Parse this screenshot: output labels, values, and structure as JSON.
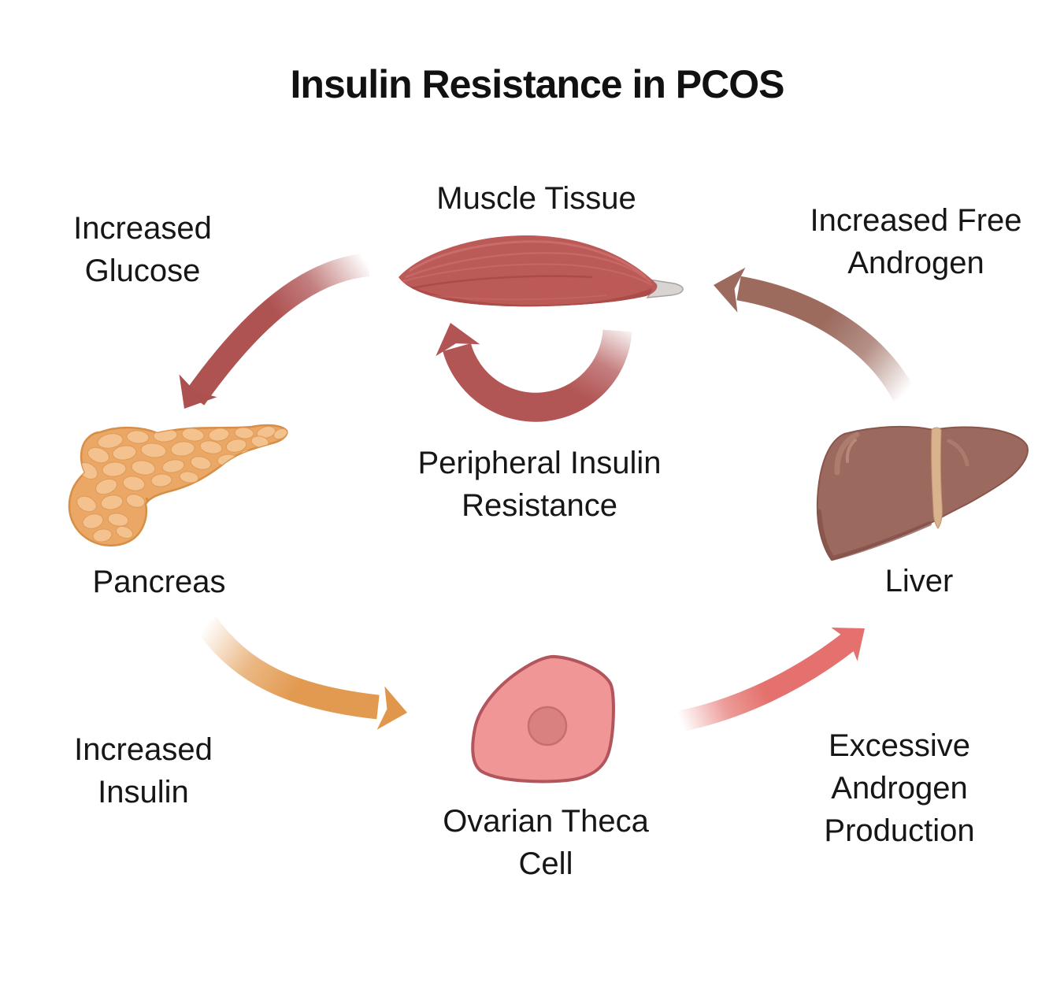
{
  "title": "Insulin Resistance in PCOS",
  "diagram": {
    "type": "cycle",
    "nodes": {
      "muscle": {
        "label": "Muscle Tissue",
        "lines": [
          "Muscle Tissue"
        ]
      },
      "pancreas": {
        "label": "Pancreas",
        "lines": [
          "Pancreas"
        ]
      },
      "liver": {
        "label": "Liver",
        "lines": [
          "Liver"
        ]
      },
      "theca": {
        "label": "Ovarian Theca Cell",
        "lines": [
          "Ovarian Theca",
          "Cell"
        ]
      }
    },
    "edges": {
      "muscle_to_pancreas": {
        "from": "muscle",
        "to": "pancreas",
        "label": "Increased Glucose",
        "lines": [
          "Increased",
          "Glucose"
        ],
        "color": "#ae5252"
      },
      "pancreas_to_theca": {
        "from": "pancreas",
        "to": "theca",
        "label": "Increased Insulin",
        "lines": [
          "Increased",
          "Insulin"
        ],
        "color": "#e29a50"
      },
      "theca_to_liver": {
        "from": "theca",
        "to": "liver",
        "label": "Excessive Androgen Production",
        "lines": [
          "Excessive",
          "Androgen",
          "Production"
        ],
        "color": "#e4716d"
      },
      "liver_to_muscle": {
        "from": "liver",
        "to": "muscle",
        "label": "Increased Free Androgen",
        "lines": [
          "Increased Free",
          "Androgen"
        ],
        "color": "#9c6b5e"
      },
      "muscle_self_loop": {
        "from": "muscle",
        "to": "muscle",
        "label": "Peripheral Insulin Resistance",
        "lines": [
          "Peripheral Insulin",
          "Resistance"
        ],
        "color": "#b25555"
      }
    },
    "colors": {
      "background": "#ffffff",
      "text": "#161616",
      "muscle_body": "#bc5a58",
      "muscle_shade": "#a84a47",
      "muscle_tendon": "#d8d4d1",
      "pancreas_body": "#eba766",
      "pancreas_bump": "#f3c28e",
      "pancreas_outline": "#d78e47",
      "liver_body": "#9c695e",
      "liver_shade": "#84514a",
      "liver_ligament": "#d9b38e",
      "theca_body": "#f19696",
      "theca_outline": "#b2555c",
      "theca_nucleus": "#d98080"
    }
  }
}
